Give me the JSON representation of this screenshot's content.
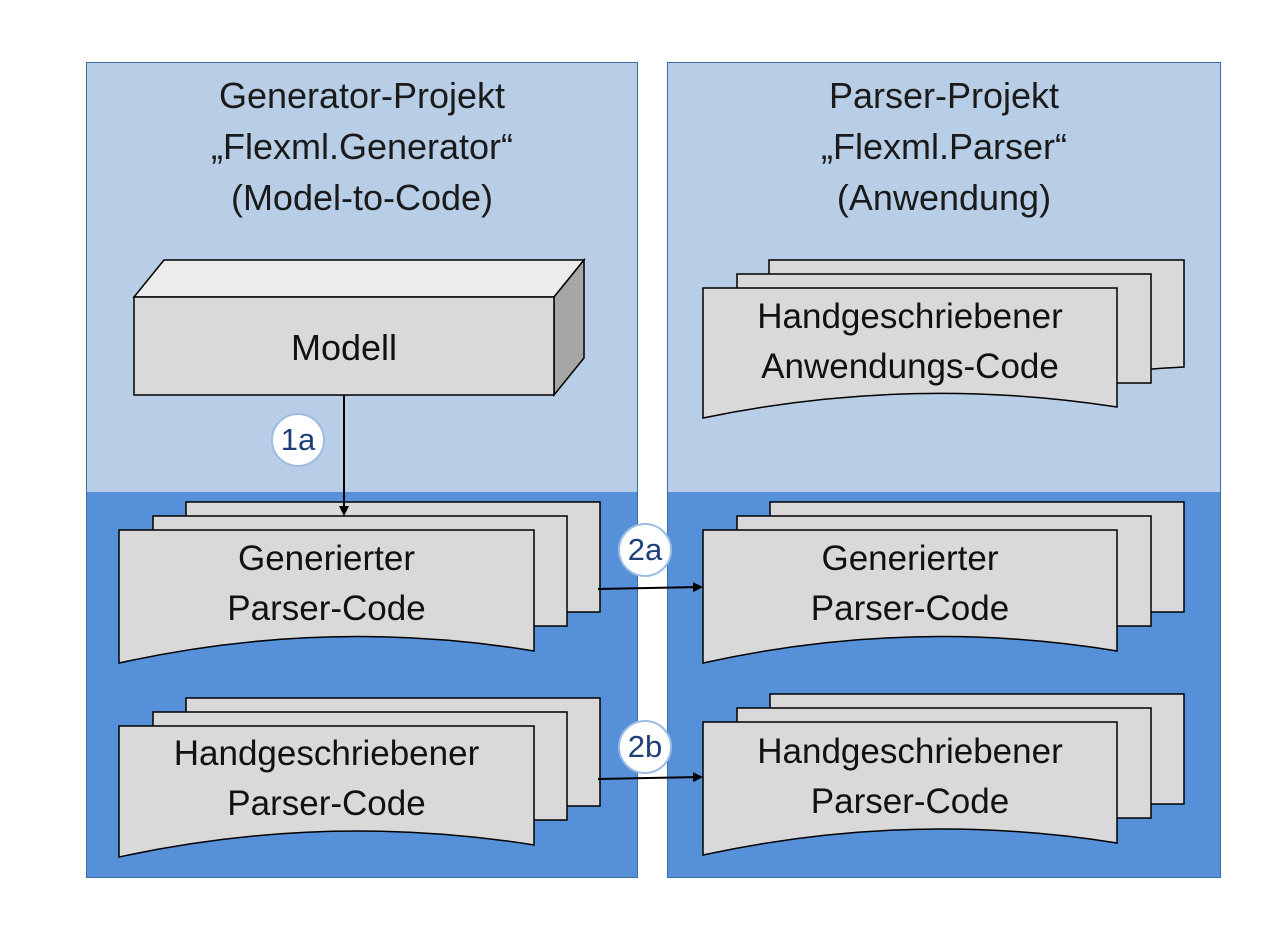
{
  "left_project": {
    "title_lines": [
      "Generator-Projekt",
      "„Flexml.Generator“",
      "(Model-to-Code)"
    ],
    "model_box_label": "Modell",
    "generated_doc": [
      "Generierter",
      "Parser-Code"
    ],
    "handwritten_doc": [
      "Handgeschriebener",
      "Parser-Code"
    ]
  },
  "right_project": {
    "title_lines": [
      "Parser-Projekt",
      "„Flexml.Parser“",
      "(Anwendung)"
    ],
    "app_doc": [
      "Handgeschriebener",
      "Anwendungs-Code"
    ],
    "generated_doc": [
      "Generierter",
      "Parser-Code"
    ],
    "handwritten_doc": [
      "Handgeschriebener",
      "Parser-Code"
    ]
  },
  "steps": {
    "s1a": "1a",
    "s2a": "2a",
    "s2b": "2b"
  },
  "colors": {
    "panel_light": "#b8cde6",
    "panel_dark": "#5690d8",
    "doc_fill": "#d9d9d9",
    "badge_text": "#1d3e78"
  }
}
